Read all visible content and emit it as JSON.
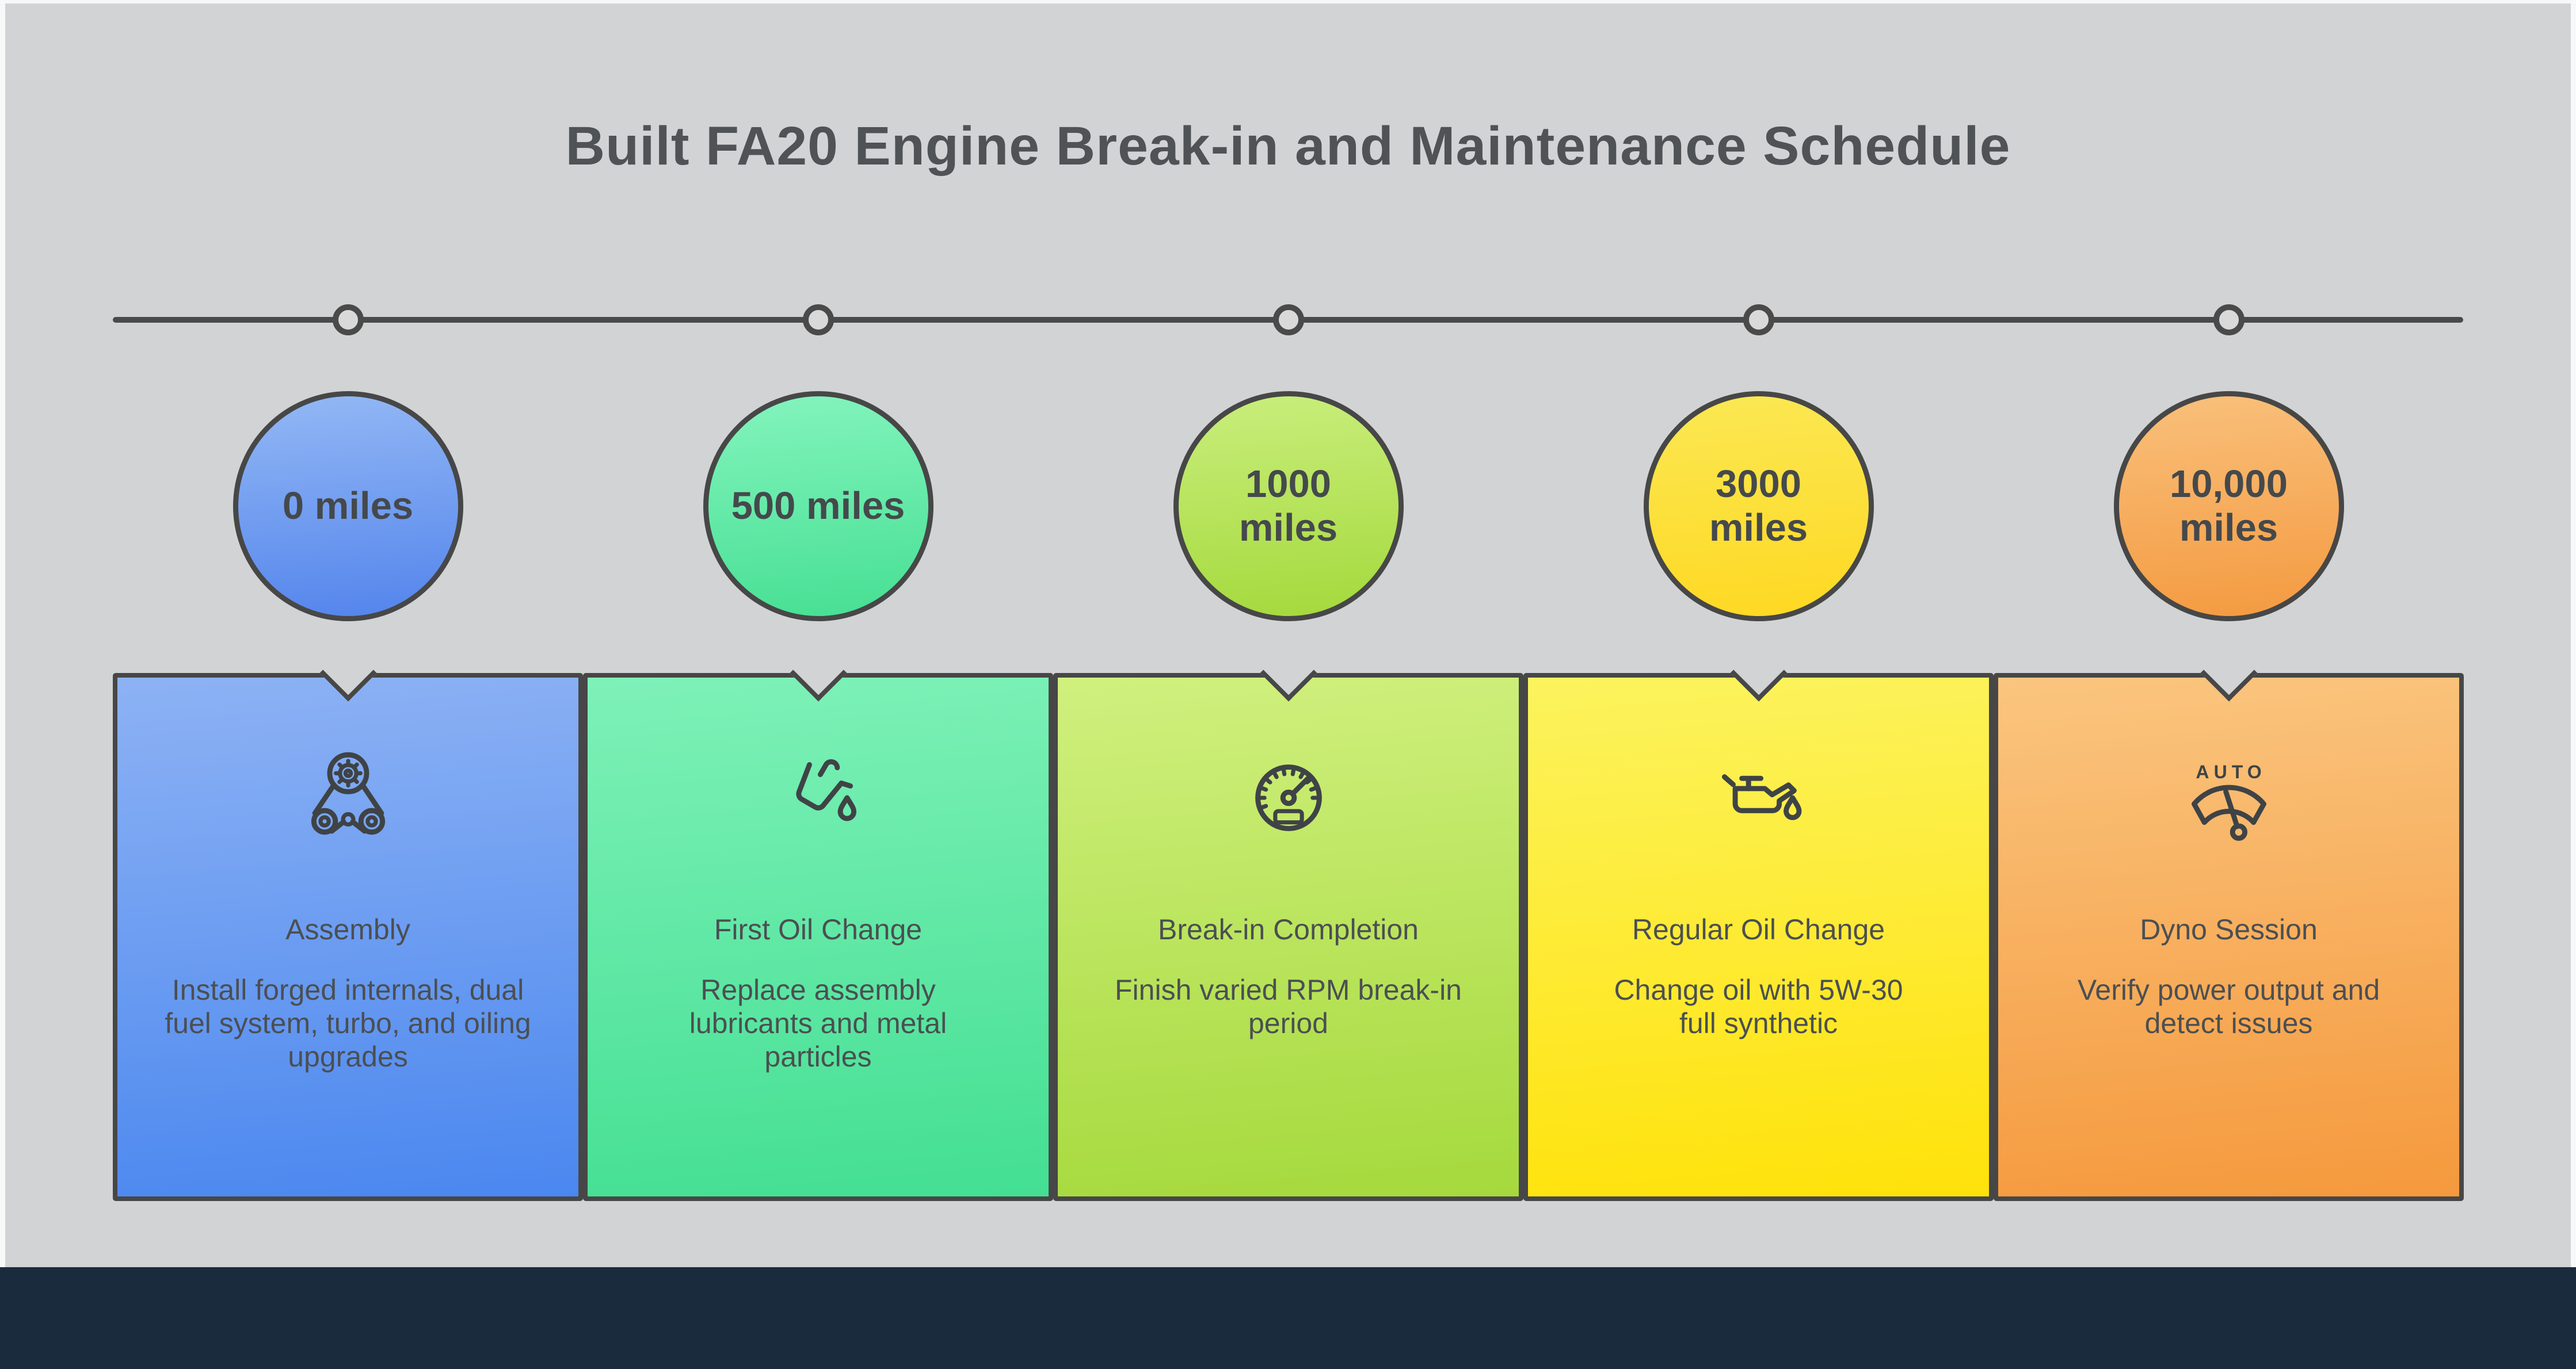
{
  "page": {
    "title": "Built FA20 Engine Break-in and Maintenance Schedule"
  },
  "theme": {
    "frame": "#f7f8f8",
    "background": "#d2d3d4",
    "footer": "#1b2b3e",
    "line": "#4a4a4a",
    "border": "#474747",
    "icon": "#3f4346",
    "text": "#4b4f52",
    "title": "#505356",
    "node-fill": "#d9d9d9"
  },
  "milestones": [
    {
      "miles": "0 miles",
      "title": "Assembly",
      "description": "Install forged internals, dual fuel system, turbo, and oiling upgrades",
      "icon": "timing-belt",
      "colors": {
        "circle_top": "#93b8f5",
        "circle_bottom": "#5384ec",
        "card_top": "#8db2f4",
        "card_bottom": "#4a87ef"
      }
    },
    {
      "miles": "500 miles",
      "title": "First Oil Change",
      "description": "Replace assembly lubricants and metal particles",
      "icon": "oil-pour",
      "colors": {
        "circle_top": "#83f4bd",
        "circle_bottom": "#46df93",
        "card_top": "#7ef1b8",
        "card_bottom": "#43df92"
      }
    },
    {
      "miles": "1000\nmiles",
      "title": "Break-in Completion",
      "description": "Finish varied RPM break-in period",
      "icon": "speedometer",
      "colors": {
        "circle_top": "#c9ee7c",
        "circle_bottom": "#a4d93c",
        "card_top": "#d0f07e",
        "card_bottom": "#a5d93c"
      }
    },
    {
      "miles": "3000\nmiles",
      "title": "Regular Oil Change",
      "description": "Change oil with 5W-30 full synthetic",
      "icon": "oil-can",
      "colors": {
        "circle_top": "#fbe854",
        "circle_bottom": "#fed822",
        "card_top": "#fcf35e",
        "card_bottom": "#ffe20a"
      }
    },
    {
      "miles": "10,000\nmiles",
      "title": "Dyno Session",
      "description": "Verify power output and detect issues",
      "icon": "dyno-gauge",
      "colors": {
        "circle_top": "#f9c07b",
        "circle_bottom": "#f49a40",
        "card_top": "#fac57f",
        "card_bottom": "#f5993d"
      }
    }
  ]
}
